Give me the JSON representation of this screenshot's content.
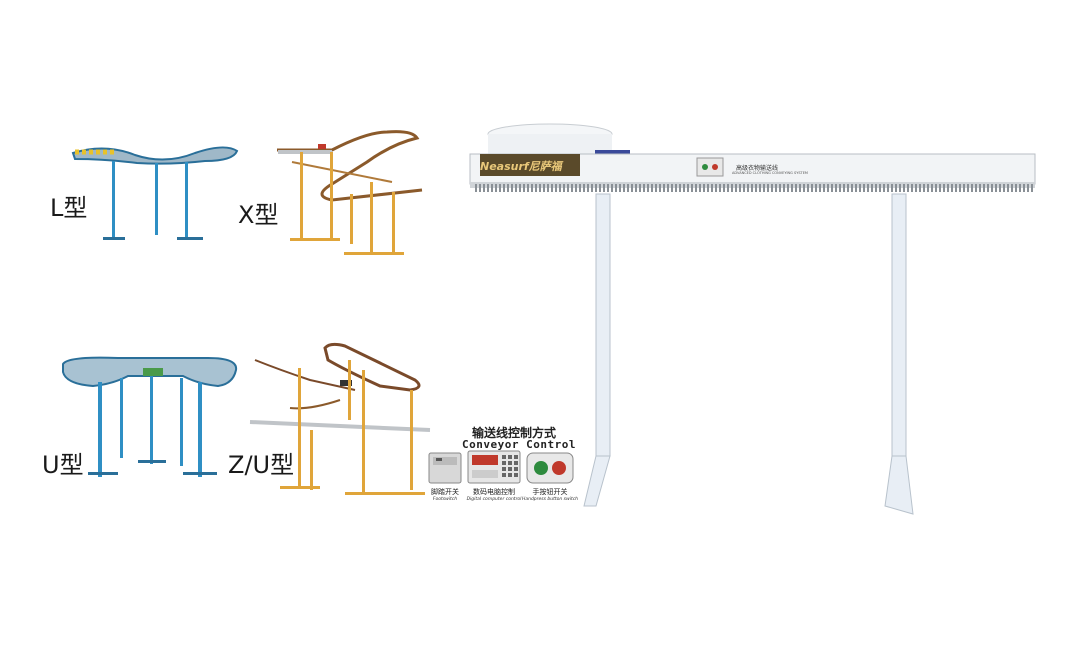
{
  "conveyor_types": [
    {
      "id": "l",
      "label": "L型",
      "frame_color": "#2f8fc4"
    },
    {
      "id": "x",
      "label": "X型",
      "frame_color": "#e0a53a"
    },
    {
      "id": "u",
      "label": "U型",
      "frame_color": "#2f8fc4"
    },
    {
      "id": "zu",
      "label": "Z/U型",
      "frame_color": "#e0a53a"
    }
  ],
  "control_panel": {
    "title_cn": "输送线控制方式",
    "title_en": "Conveyor Control",
    "options": [
      {
        "name_cn": "脚踏开关",
        "name_en": "Footswitch"
      },
      {
        "name_cn": "数码电脑控制",
        "name_en": "Digital computer control"
      },
      {
        "name_cn": "手按钮开关",
        "name_en": "Handpress button switch"
      }
    ]
  },
  "main_machine": {
    "brand": "Neasurf尼萨福",
    "plate_cn": "高级衣物输送线",
    "plate_en": "ADVANCED CLOTHING CONVEYING SYSTEM"
  },
  "colors": {
    "blue_frame": "#2f8fc4",
    "orange_frame": "#e0a53a",
    "rail": "#c8cdd2",
    "main_leg": "#e8eef5"
  }
}
